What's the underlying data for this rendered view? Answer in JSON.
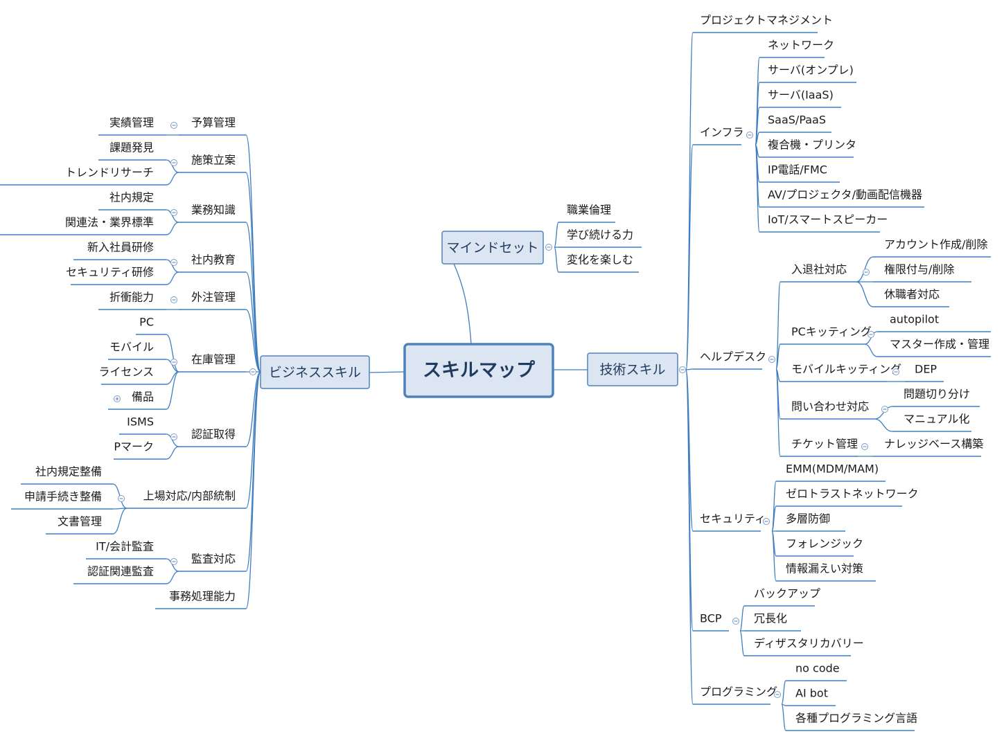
{
  "root": "スキルマップ",
  "branches": {
    "business": {
      "label": "ビジネススキル",
      "children": [
        {
          "label": "予算管理",
          "children": [
            "実績管理"
          ]
        },
        {
          "label": "施策立案",
          "children": [
            "課題発見",
            "トレンドリサーチ"
          ]
        },
        {
          "label": "業務知識",
          "children": [
            "社内規定",
            "関連法・業界標準"
          ]
        },
        {
          "label": "社内教育",
          "children": [
            "新入社員研修",
            "セキュリティ研修"
          ]
        },
        {
          "label": "外注管理",
          "children": [
            "折衝能力"
          ]
        },
        {
          "label": "在庫管理",
          "children": [
            "PC",
            "モバイル",
            "ライセンス",
            "備品"
          ]
        },
        {
          "label": "認証取得",
          "children": [
            "ISMS",
            "Pマーク"
          ]
        },
        {
          "label": "上場対応/内部統制",
          "children": [
            "社内規定整備",
            "申請手続き整備",
            "文書管理"
          ]
        },
        {
          "label": "監査対応",
          "children": [
            "IT/会計監査",
            "認証関連監査"
          ]
        },
        {
          "label": "事務処理能力",
          "children": []
        }
      ]
    },
    "mindset": {
      "label": "マインドセット",
      "children": [
        "職業倫理",
        "学び続ける力",
        "変化を楽しむ"
      ]
    },
    "tech": {
      "label": "技術スキル",
      "children": [
        {
          "label": "プロジェクトマネジメント",
          "children": []
        },
        {
          "label": "インフラ",
          "children": [
            "ネットワーク",
            "サーバ(オンプレ)",
            "サーバ(IaaS)",
            "SaaS/PaaS",
            "複合機・プリンタ",
            "IP電話/FMC",
            "AV/プロジェクタ/動画配信機器",
            "IoT/スマートスピーカー"
          ]
        },
        {
          "label": "ヘルプデスク",
          "children": [
            {
              "label": "入退社対応",
              "children": [
                "アカウント作成/削除",
                "権限付与/削除",
                "休職者対応"
              ]
            },
            {
              "label": "PCキッティング",
              "children": [
                "autopilot",
                "マスター作成・管理"
              ]
            },
            {
              "label": "モバイルキッティング",
              "children": [
                "DEP"
              ]
            },
            {
              "label": "問い合わせ対応",
              "children": [
                "問題切り分け",
                "マニュアル化"
              ]
            },
            {
              "label": "チケット管理",
              "children": [
                "ナレッジベース構築"
              ]
            }
          ]
        },
        {
          "label": "セキュリティ",
          "children": [
            "EMM(MDM/MAM)",
            "ゼロトラストネットワーク",
            "多層防御",
            "フォレンジック",
            "情報漏えい対策"
          ]
        },
        {
          "label": "BCP",
          "children": [
            "バックアップ",
            "冗長化",
            "ディザスタリカバリー"
          ]
        },
        {
          "label": "プログラミング",
          "children": [
            "no code",
            "AI bot",
            "各種プログラミング言語"
          ]
        }
      ]
    }
  }
}
